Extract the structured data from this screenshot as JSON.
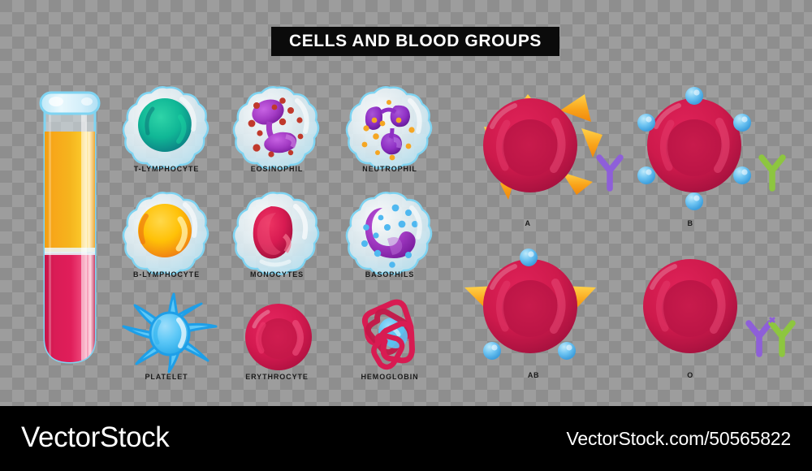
{
  "title": "CELLS AND BLOOD GROUPS",
  "footer": {
    "brand": "VectorStock",
    "url": "VectorStock.com/50565822"
  },
  "test_tube": {
    "name": "blood-sample-test-tube",
    "plasma_color": "#F5A623",
    "blood_color": "#D81B52",
    "glass_color": "#7FD4F2"
  },
  "cells": [
    {
      "label": "T-LYMPHOCYTE",
      "icon": "t-lymphocyte-cell",
      "nucleus_color": "#10B796",
      "nucleus_dark": "#0E7F82",
      "membrane": "#7FD4F2",
      "row": 0,
      "col": 0
    },
    {
      "label": "EOSINOPHIL",
      "icon": "eosinophil-cell",
      "nucleus_color": "#A33BC4",
      "granule_color": "#C0392B",
      "membrane": "#7FD4F2",
      "row": 0,
      "col": 1
    },
    {
      "label": "NEUTROPHIL",
      "icon": "neutrophil-cell",
      "nucleus_color": "#8E2FC4",
      "granule_color": "#F5A623",
      "membrane": "#7FD4F2",
      "row": 0,
      "col": 2
    },
    {
      "label": "B-LYMPHOCYTE",
      "icon": "b-lymphocyte-cell",
      "nucleus_color": "#FFC400",
      "nucleus_dark": "#F07818",
      "membrane": "#7FD4F2",
      "row": 1,
      "col": 0
    },
    {
      "label": "MONOCYTES",
      "icon": "monocyte-cell",
      "nucleus_color": "#D81B52",
      "membrane": "#7FD4F2",
      "row": 1,
      "col": 1
    },
    {
      "label": "BASOPHILS",
      "icon": "basophil-cell",
      "nucleus_color": "#A33BC4",
      "granule_color": "#4FB8F0",
      "membrane": "#7FD4F2",
      "row": 1,
      "col": 2
    },
    {
      "label": "PLATELET",
      "icon": "platelet-cell",
      "nucleus_color": "#4FC3F7",
      "membrane": "#1E9FE8",
      "row": 2,
      "col": 0
    },
    {
      "label": "ERYTHROCYTE",
      "icon": "erythrocyte-cell",
      "nucleus_color": "#D81B52",
      "membrane": "#B3143F",
      "row": 2,
      "col": 1
    },
    {
      "label": "HEMOGLOBIN",
      "icon": "hemoglobin-molecule",
      "nucleus_color": "#D81B52",
      "granule_color": "#4FB8F0",
      "row": 2,
      "col": 2
    }
  ],
  "blood_groups": [
    {
      "label": "A",
      "icon": "blood-group-a-cell",
      "antigen_a": true,
      "antigen_b": false,
      "antibody_anti_a": false,
      "antibody_anti_b": true,
      "antibody_colors": [
        "#8E5FD9"
      ]
    },
    {
      "label": "B",
      "icon": "blood-group-b-cell",
      "antigen_a": false,
      "antigen_b": true,
      "antibody_anti_a": true,
      "antibody_anti_b": false,
      "antibody_colors": [
        "#8DC63F"
      ]
    },
    {
      "label": "AB",
      "icon": "blood-group-ab-cell",
      "antigen_a": true,
      "antigen_b": true,
      "antibody_anti_a": false,
      "antibody_anti_b": false,
      "antibody_colors": []
    },
    {
      "label": "O",
      "icon": "blood-group-o-cell",
      "antigen_a": false,
      "antigen_b": false,
      "antibody_anti_a": true,
      "antibody_anti_b": true,
      "antibody_colors": [
        "#8E5FD9",
        "#8DC63F"
      ]
    }
  ],
  "colors": {
    "rbc_red": "#D81B52",
    "rbc_dark": "#A81140",
    "antigen_a_orange": "#F9A41A",
    "antigen_a_yellow": "#FFD54A",
    "antigen_b_blue": "#5BB8F0",
    "antibody_purple": "#8E5FD9",
    "antibody_green": "#8DC63F",
    "title_bg": "#0b0b0b",
    "title_fg": "#ffffff",
    "footer_bg": "#000000",
    "label_fg": "#1b1b1b"
  }
}
